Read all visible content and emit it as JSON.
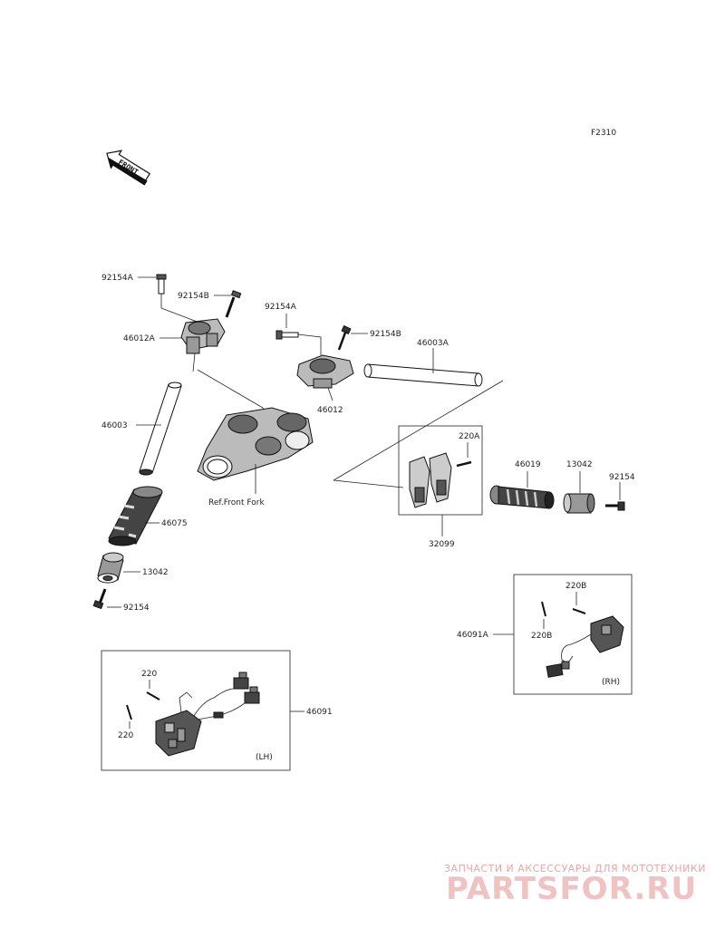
{
  "figure_code": "F2310",
  "front_arrow_label": "FRONT",
  "reference_note": "Ref.Front Fork",
  "parts": {
    "p92154A_left": "92154A",
    "p92154B_left": "92154B",
    "p46012A": "46012A",
    "p46003": "46003",
    "p46075": "46075",
    "p13042_left": "13042",
    "p92154_left": "92154",
    "p92154A_right": "92154A",
    "p92154B_right": "92154B",
    "p46003A": "46003A",
    "p46012": "46012",
    "p220A": "220A",
    "p46019": "46019",
    "p13042_right": "13042",
    "p92154_right": "92154",
    "p32099": "32099",
    "p220B_top": "220B",
    "p220B_side": "220B",
    "p46091A": "46091A",
    "p220_top": "220",
    "p220_side": "220",
    "p46091": "46091"
  },
  "switch_sides": {
    "rh": "(RH)",
    "lh": "(LH)"
  },
  "watermark": {
    "caption": "ЗАПЧАСТИ И АКСЕССУАРЫ ДЛЯ МОТОТЕХНИКИ",
    "brand": "PARTSFOR.RU"
  }
}
